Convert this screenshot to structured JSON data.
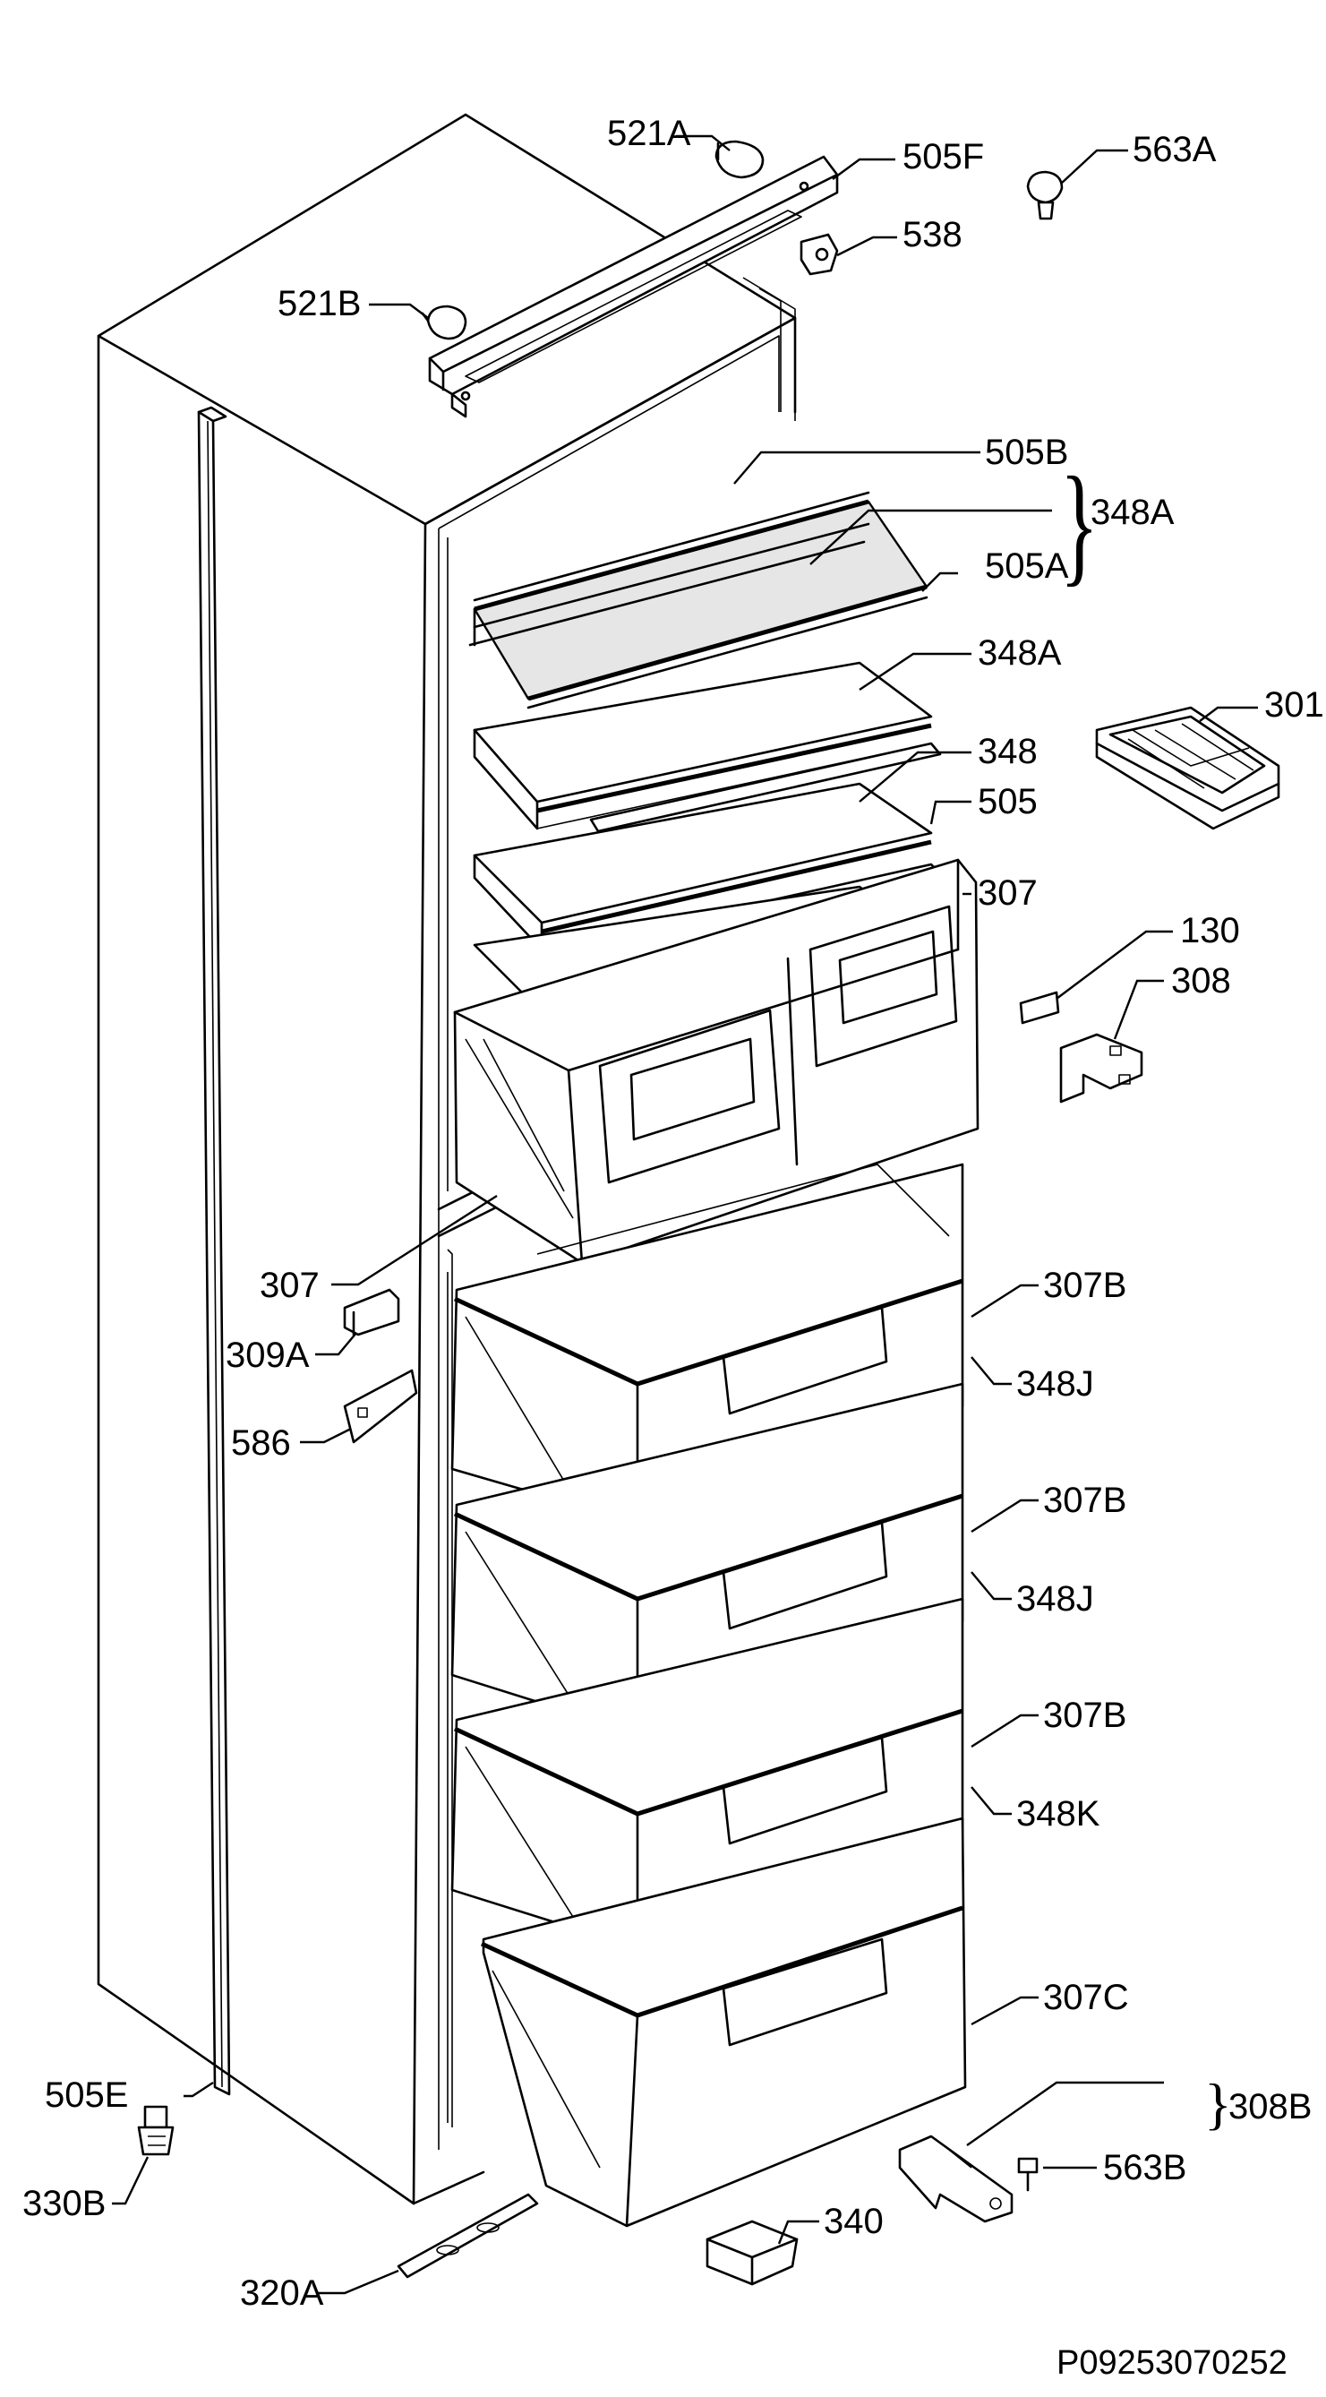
{
  "diagram": {
    "labels": {
      "p521a": "521A",
      "p505f": "505F",
      "p563a": "563A",
      "p538": "538",
      "p521b": "521B",
      "p505b": "505B",
      "p348a_group": "348A",
      "p505a": "505A",
      "p348a": "348A",
      "p301": "301",
      "p348": "348",
      "p505": "505",
      "p307_top": "307",
      "p130": "130",
      "p308": "308",
      "p307_side": "307",
      "p309a": "309A",
      "p586": "586",
      "p307b_1": "307B",
      "p348j_1": "348J",
      "p307b_2": "307B",
      "p348j_2": "348J",
      "p307b_3": "307B",
      "p348k": "348K",
      "p307c": "307C",
      "p505e": "505E",
      "p330b": "330B",
      "p308b": "308B",
      "p563b": "563B",
      "p340": "340",
      "p320a": "320A"
    },
    "reference": "P09253070252"
  }
}
